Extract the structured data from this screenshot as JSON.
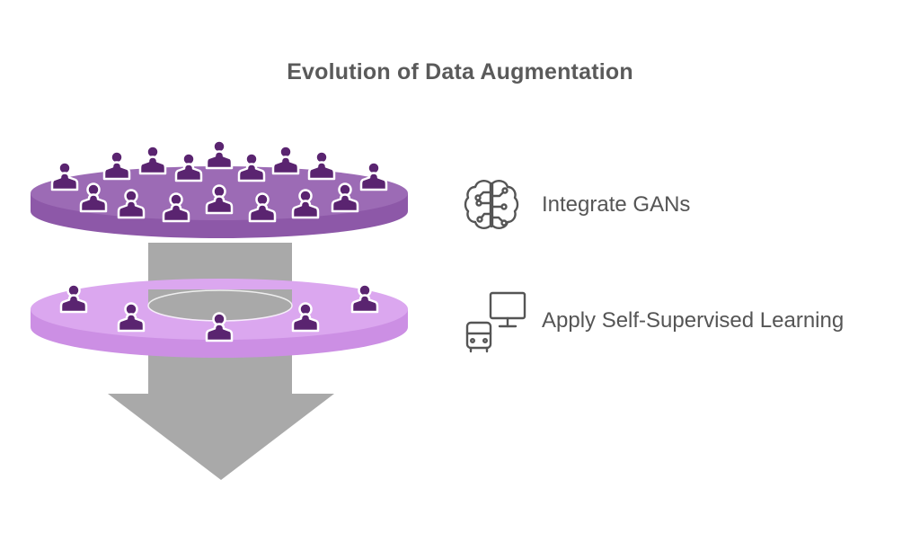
{
  "title": "Evolution of Data Augmentation",
  "colors": {
    "upper_disc": "#9c6bb5",
    "upper_disc_edge": "#8d58a8",
    "lower_disc": "#dba7ef",
    "lower_disc_edge": "#cc8fe4",
    "person": "#5a2470",
    "arrow": "#a9a9a9",
    "text": "#555555"
  },
  "stages": [
    {
      "label": "Integrate GANs",
      "icon": "brain-circuit-icon",
      "level": "upper"
    },
    {
      "label": "Apply Self-Supervised Learning",
      "icon": "monitor-and-bus-icon",
      "level": "lower"
    }
  ]
}
